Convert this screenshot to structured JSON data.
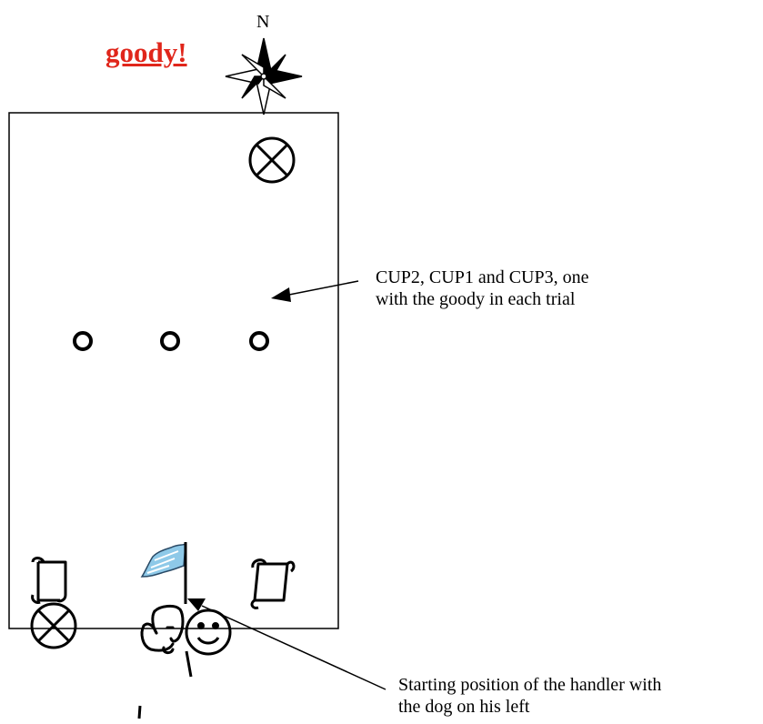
{
  "heading": "goody!",
  "compass": {
    "label": "N"
  },
  "annotations": {
    "cups": "CUP2, CUP1 and CUP3, one with the goody in each trial",
    "cups_line1": "CUP2, CUP1 and CUP3, one",
    "cups_line2": "with the goody in each trial",
    "start_line1": "Starting position of the handler with",
    "start_line2": "the dog on his left"
  },
  "colors": {
    "heading": "#e0261b",
    "outline": "#000000",
    "flag": "#8ec9e8",
    "background": "#ffffff"
  },
  "icons": [
    "compass-rose-icon",
    "crossed-circle-icon",
    "cup-icon",
    "scroll-icon",
    "flag-icon",
    "dog-icon",
    "smiley-face-icon"
  ]
}
